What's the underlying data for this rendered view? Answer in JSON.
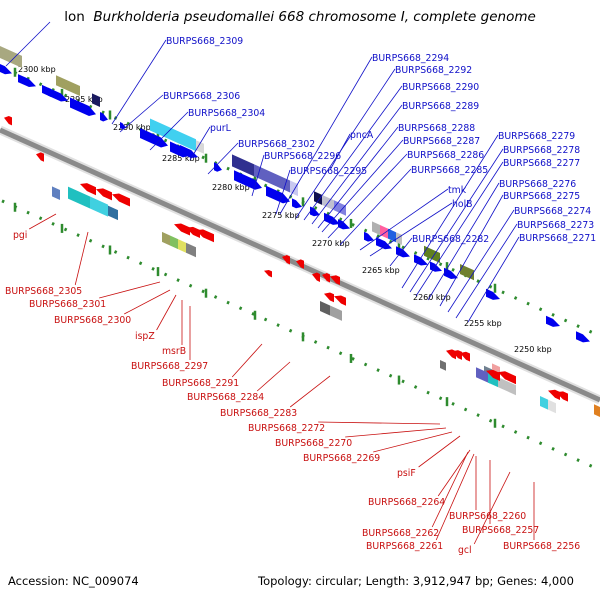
{
  "map": {
    "title_label": "lon",
    "title_organism": "Burkholderia pseudomallei 668 chromosome I, complete genome",
    "accession": "Accession: NC_009074",
    "topology": "Topology: circular; Length: 3,912,947 bp; Genes: 4,000"
  },
  "scale_labels": [
    "2300 kbp",
    "2295 kbp",
    "2290 kbp",
    "2285 kbp",
    "2280 kbp",
    "2275 kbp",
    "2270 kbp",
    "2265 kbp",
    "2260 kbp",
    "2255 kbp",
    "2250 kbp"
  ],
  "top_labels": [
    "BURPS668_2309",
    "BURPS668_2306",
    "BURPS668_2304",
    "purL",
    "BURPS668_2302",
    "BURPS668_2296",
    "BURPS668_2295",
    "BURPS668_2294",
    "BURPS668_2292",
    "BURPS668_2290",
    "pncA",
    "BURPS668_2289",
    "BURPS668_2288",
    "BURPS668_2287",
    "BURPS668_2286",
    "BURPS668_2285",
    "tmk",
    "holB",
    "BURPS668_2282",
    "BURPS668_2279",
    "BURPS668_2278",
    "BURPS668_2277",
    "BURPS668_2276",
    "BURPS668_2275",
    "BURPS668_2274",
    "BURPS668_2273",
    "BURPS668_2271"
  ],
  "bottom_labels": [
    "pgi",
    "BURPS668_2305",
    "BURPS668_2301",
    "BURPS668_2300",
    "ispZ",
    "msrB",
    "BURPS668_2297",
    "BURPS668_2291",
    "BURPS668_2284",
    "BURPS668_2283",
    "BURPS668_2272",
    "BURPS668_2270",
    "BURPS668_2269",
    "psiF",
    "BURPS668_2264",
    "BURPS668_2260",
    "BURPS668_2262",
    "BURPS668_2257",
    "BURPS668_2261",
    "gcl",
    "BURPS668_2256"
  ],
  "colors": {
    "forward": "#0000ee",
    "reverse": "#ee0000",
    "backbone": "#8a8a8a",
    "tick": "#2e8b2e",
    "top_label_text": "#1010c8",
    "bottom_label_text": "#c81010"
  }
}
